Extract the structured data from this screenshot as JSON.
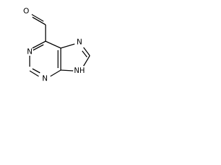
{
  "molecule": {
    "atoms": {
      "aldehyde_oxygen": "O",
      "ring_n1": "N",
      "ring_n3": "N",
      "ring_n7": "N",
      "ring_n9h": "NH"
    }
  },
  "colors": {
    "bond": "#000000",
    "label": "#000000",
    "background": "#ffffff"
  }
}
